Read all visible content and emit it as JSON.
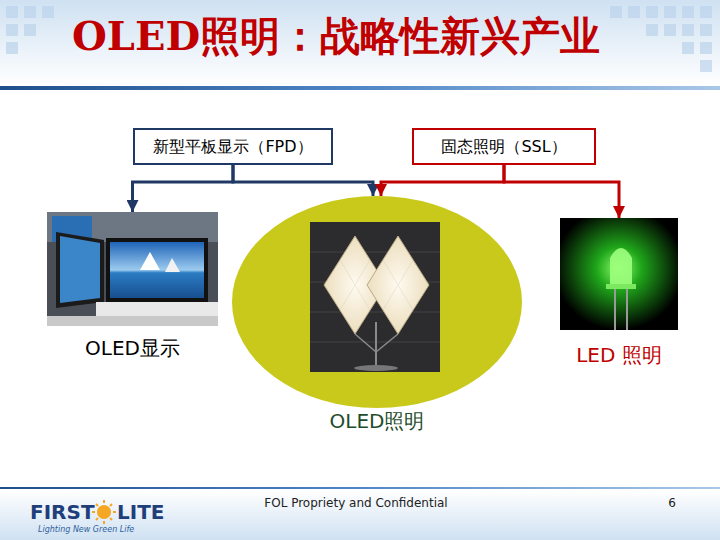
{
  "diagram": {
    "title": "OLED照明：战略性新兴产业",
    "nodes": [
      {
        "text": [
          "新型平板显示（FPD）"
        ]
      },
      {
        "text": [
          "固态照明（SSL）"
        ]
      },
      {
        "text": [
          "OLED显示"
        ]
      },
      {
        "text": [
          "OLED照明"
        ]
      },
      {
        "text": [
          "LED 照明"
        ]
      }
    ],
    "edges": [
      {
        "from": 0,
        "to": 2,
        "arrow": "to"
      },
      {
        "from": 0,
        "to": 3,
        "arrow": "to"
      },
      {
        "from": 1,
        "to": 3,
        "arrow": "to"
      },
      {
        "from": 1,
        "to": 4,
        "arrow": "to"
      }
    ],
    "labels": [
      "FOL Propriety and Confidential",
      "6",
      "FIRST",
      "LITE",
      "Lighting New Green Life"
    ]
  }
}
